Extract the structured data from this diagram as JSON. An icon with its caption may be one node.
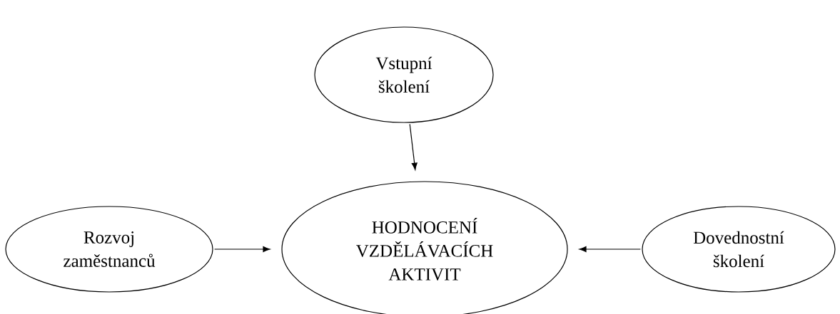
{
  "diagram": {
    "nodes": [
      {
        "text": [
          "Vstupní školení"
        ]
      },
      {
        "text": [
          "HODNOCENÍ VZDĚLÁVACÍCH AKTIVIT"
        ]
      },
      {
        "text": [
          "Rozvoj zaměstnanců"
        ]
      },
      {
        "text": [
          "Dovednostní školení"
        ]
      }
    ],
    "edges": [
      {
        "from": 0,
        "to": 1,
        "arrow": "to"
      },
      {
        "from": 2,
        "to": 1,
        "arrow": "to"
      },
      {
        "from": 3,
        "to": 1,
        "arrow": "to"
      }
    ]
  }
}
